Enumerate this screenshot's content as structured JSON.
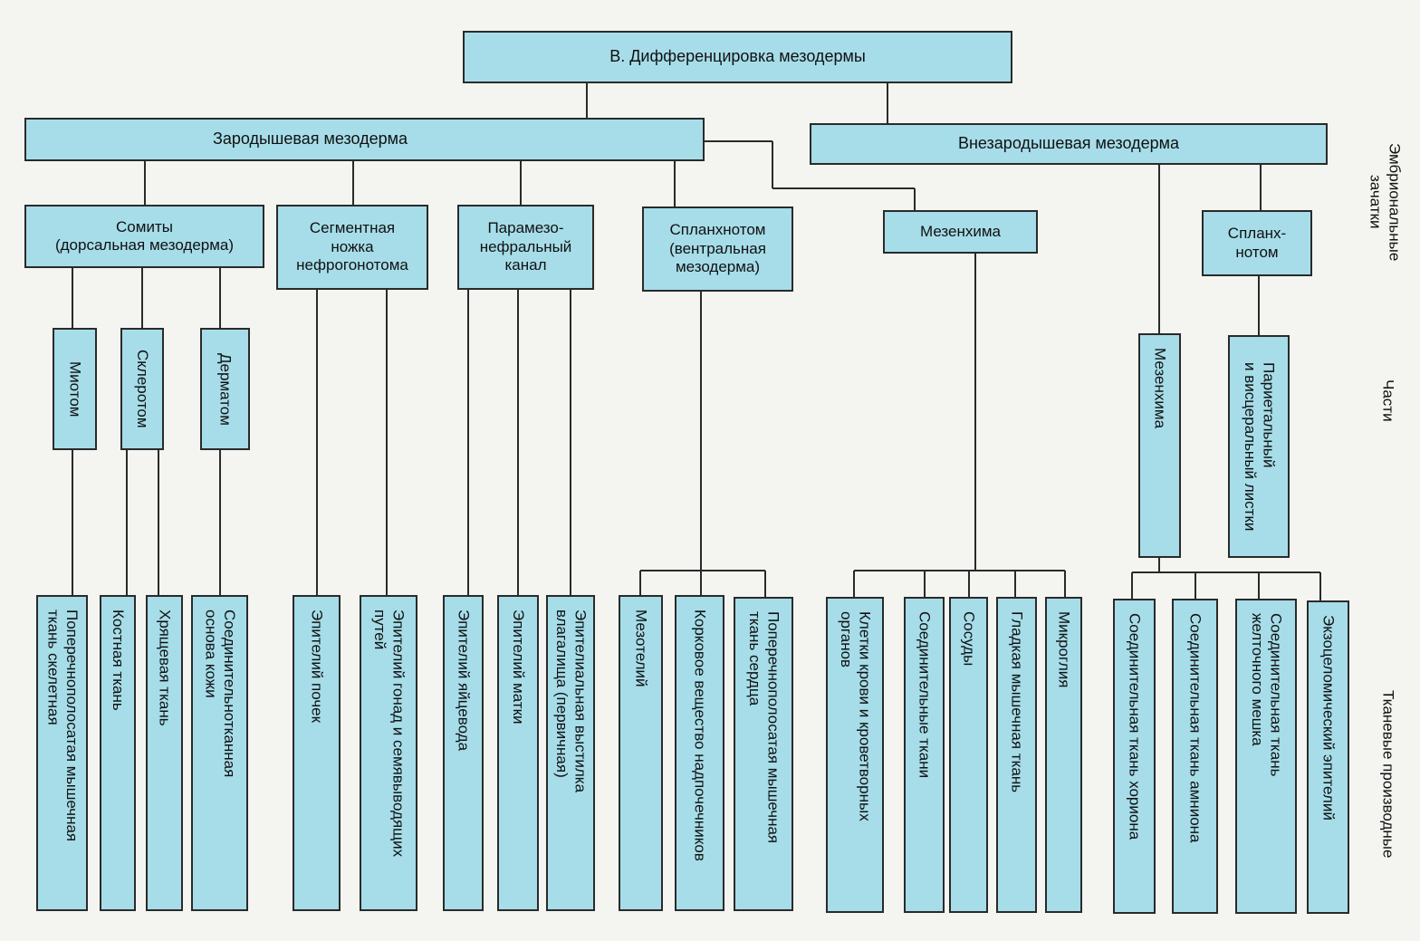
{
  "title": "В. Дифференцировка мезодермы",
  "levels": {
    "rudiments": "Эмбриональные\nзачатки",
    "parts": "Части",
    "derivatives": "Тканевые производные"
  },
  "embryonic": {
    "label": "Зародышевая мезодерма",
    "somites": "Сомиты\n(дорсальная мезодерма)",
    "segmental": "Сегментная\nножка\nнефрогонотома",
    "paramesonephric": "Парамезо-\nнефральный\nканал",
    "splanchnotome": "Спланхнотом\n(вентральная\nмезодерма)",
    "mesenchyme": "Мезенхима"
  },
  "extraembryonic": {
    "label": "Внезародышевая мезодерма",
    "splanchnotome": "Спланх-\nнотом"
  },
  "parts": {
    "myotome": "Миотом",
    "sclerotome": "Склеротом",
    "dermatome": "Дерматом",
    "mesenchyme": "Мезенхима",
    "leaves": "Париетальный\nи висцеральный листки"
  },
  "derivatives": {
    "skeletal_muscle": "Поперечнополосатая мышечная\nткань скелетная",
    "bone": "Костная ткань",
    "cartilage": "Хрящевая ткань",
    "skin_base": "Соединительнотканная\nоснова кожи",
    "kidney_epithelium": "Эпителий почек",
    "gonad_epithelium": "Эпителий гонад и семявыводящих\nпутей",
    "oviduct_epithelium": "Эпителий яйцевода",
    "uterus_epithelium": "Эпителий матки",
    "vaginal_lining": "Эпителиальная выстилка\nвлагалища (первичная)",
    "mesothelium": "Мезотелий",
    "adrenal_cortex": "Корковое вещество надпочечников",
    "heart_muscle": "Поперечнополосатая мышечная\nткань сердца",
    "blood_cells": "Клетки крови и кроветворных\nорганов",
    "connective": "Соединительные ткани",
    "vessels": "Сосуды",
    "smooth_muscle": "Гладкая мышечная ткань",
    "microglia": "Микроглия",
    "chorion": "Соединительная ткань хориона",
    "amnion": "Соединительная ткань амниона",
    "yolk_sac": "Соединительная ткань\nжелточного мешка",
    "exocoelomic": "Экзоцеломический эпителий"
  }
}
